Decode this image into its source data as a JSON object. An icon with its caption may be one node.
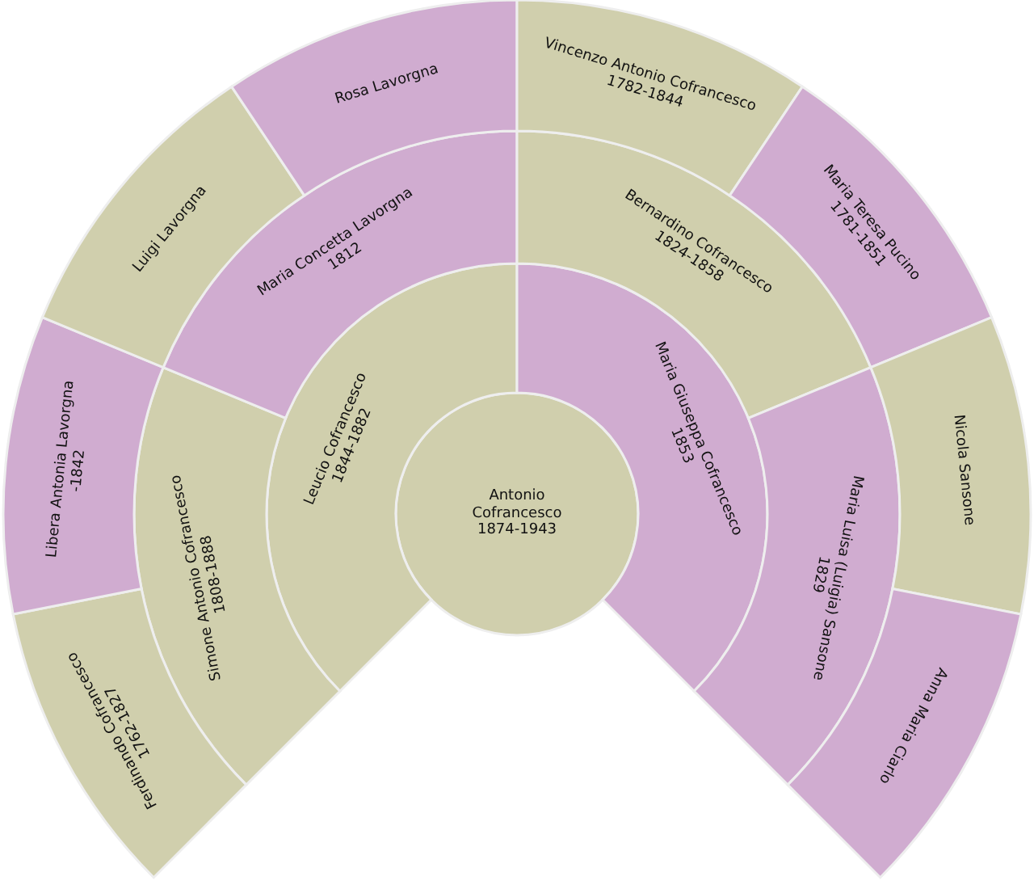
{
  "diagram": {
    "nodes": [
      {
        "text": [
          "Antonio Cofrancesco",
          "1874-1943"
        ]
      },
      {
        "text": [
          "Leucio Cofrancesco",
          "1844-1882"
        ]
      },
      {
        "text": [
          "Maria Giuseppa Cofrancesco",
          "1853"
        ]
      },
      {
        "text": [
          "Simone Antonio Cofrancesco",
          "1808-1888"
        ]
      },
      {
        "text": [
          "Maria Concetta Lavorgna",
          "1812"
        ]
      },
      {
        "text": [
          "Bernardino Cofrancesco",
          "1824-1858"
        ]
      },
      {
        "text": [
          "Maria Luisa (Luigia) Sansone",
          "1829"
        ]
      },
      {
        "text": [
          "Ferdinando Cofrancesco",
          "1762-1827"
        ]
      },
      {
        "text": [
          "Libera Antonia Lavorgna",
          "-1842"
        ]
      },
      {
        "text": [
          "Luigi Lavorgna"
        ]
      },
      {
        "text": [
          "Rosa Lavorgna"
        ]
      },
      {
        "text": [
          "Vincenzo Antonio Cofrancesco",
          "1782-1844"
        ]
      },
      {
        "text": [
          "Maria Teresa Pucino",
          "1781-1851"
        ]
      },
      {
        "text": [
          "Nicola Sansone"
        ]
      },
      {
        "text": [
          "Anna Maria Ciarlo"
        ]
      }
    ]
  }
}
